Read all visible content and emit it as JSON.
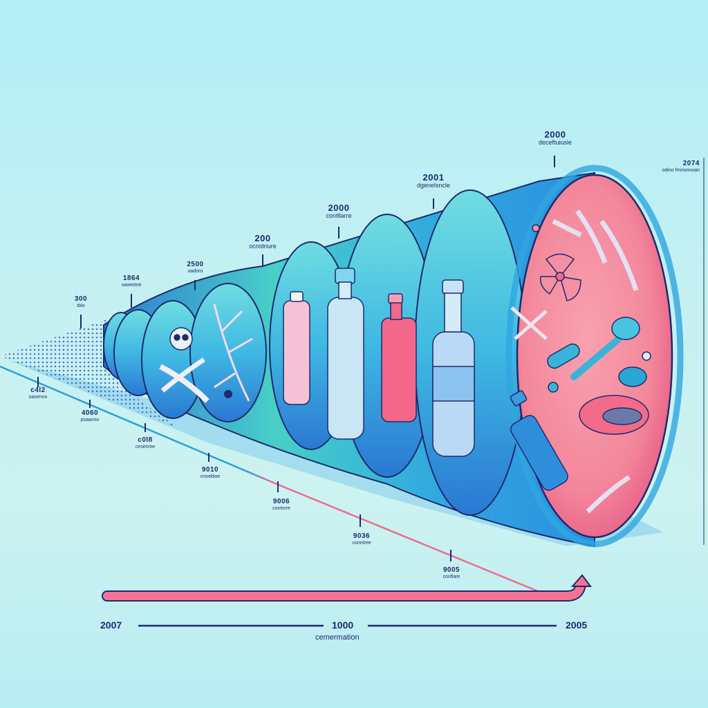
{
  "illustration": {
    "subject": "Plastic bottle degradation cone timeline",
    "colors": {
      "background": "#b8eef5",
      "cone_blue": "#2fa8dc",
      "cone_teal": "#49d6c6",
      "cross_section_pink": "#f27a95",
      "outline_navy": "#1d2a6b",
      "timeline_pink": "#f06a8e"
    }
  },
  "top_labels": [
    {
      "year": "300",
      "caption": "tblo"
    },
    {
      "year": "1864",
      "caption": "oaoestne"
    },
    {
      "year": "2500",
      "caption": "oadoro"
    },
    {
      "year": "200",
      "caption": "ocnstnure"
    },
    {
      "year": "2000",
      "caption": "contllarre"
    },
    {
      "year": "2001",
      "caption": "dgenelsncle"
    },
    {
      "year": "2000",
      "caption": "deceftuiusle"
    },
    {
      "year": "2074",
      "caption": "odino frnnonnoan"
    }
  ],
  "bottom_labels": [
    {
      "year": "c4l2",
      "caption": "oasenno"
    },
    {
      "year": "4060",
      "caption": "psaanno"
    },
    {
      "year": "c0l8",
      "caption": "cesenme"
    },
    {
      "year": "9010",
      "caption": "cnoebloe"
    },
    {
      "year": "9006",
      "caption": "contnrre"
    },
    {
      "year": "9036",
      "caption": "conntree"
    },
    {
      "year": "9005",
      "caption": "conflare"
    }
  ],
  "bottom_axis": {
    "left_year": "2007",
    "center_year": "1000",
    "center_caption": "cemermation",
    "right_year": "2005"
  }
}
